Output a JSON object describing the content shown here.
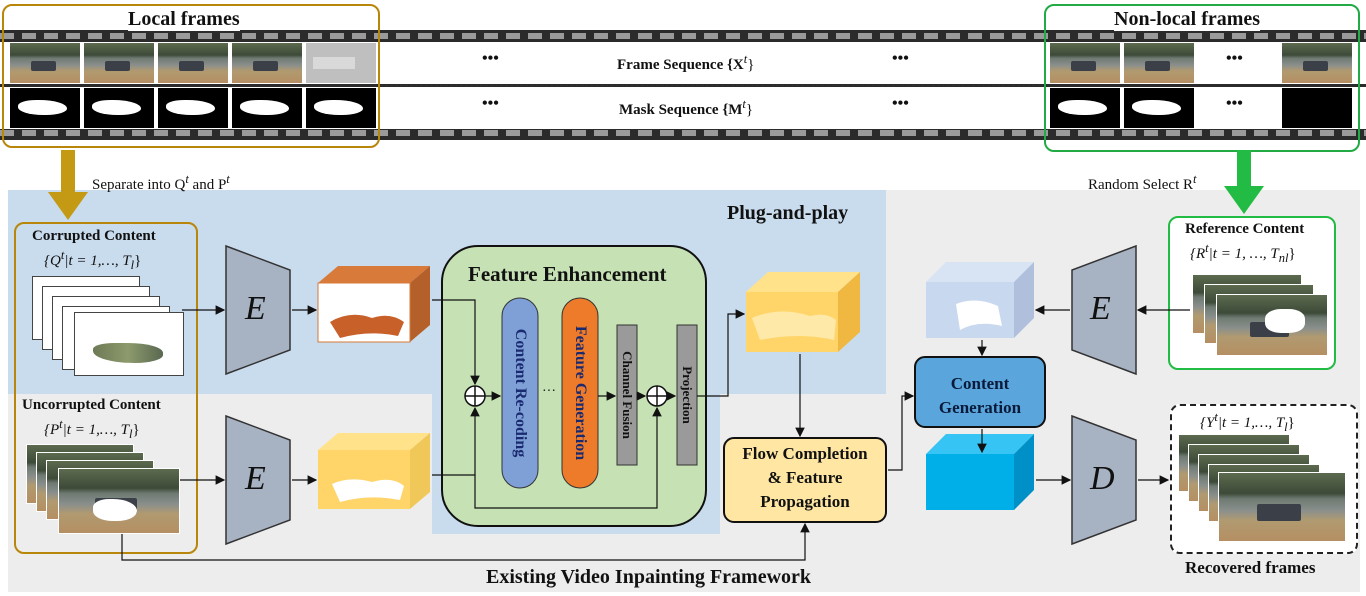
{
  "titles": {
    "local_frames": "Local frames",
    "non_local_frames": "Non-local frames",
    "plug_and_play": "Plug-and-play",
    "existing_framework": "Existing Video Inpainting Framework",
    "recovered_frames": "Recovered frames"
  },
  "sequences": {
    "frame_sequence": "Frame Sequence {X",
    "frame_sup": "t",
    "mask_sequence": "Mask Sequence {M",
    "mask_sup": "t",
    "ellipsis": "•••"
  },
  "annotations": {
    "separate": "Separate into Q",
    "separate_and": "and P",
    "random_select": "Random Select R",
    "sup_t": "t"
  },
  "contents": {
    "corrupted_title": "Corrupted Content",
    "corrupted_set": "{Q",
    "corrupted_set_rest": "|t = 1,…, T",
    "corrupted_sub": "l",
    "uncorrupted_title": "Uncorrupted Content",
    "uncorrupted_set": "{P",
    "uncorrupted_set_rest": "|t = 1,…, T",
    "uncorrupted_sub": "l",
    "reference_title": "Reference Content",
    "reference_set": "{R",
    "reference_set_rest": "|t = 1, …, T",
    "reference_sub": "nl",
    "recovered_set": "{Y",
    "recovered_set_rest": "|t = 1,…, T",
    "recovered_sub": "l"
  },
  "modules": {
    "encoder": "E",
    "decoder": "D",
    "feature_enhancement": "Feature Enhancement",
    "content_recoding": "Content Re-coding",
    "feature_generation": "Feature Generation",
    "channel_fusion": "Channel Fusion",
    "projection": "Projection",
    "dots": "···",
    "flow_line1": "Flow Completion",
    "flow_line2": "& Feature",
    "flow_line3": "Propagation",
    "content_gen_line1": "Content",
    "content_gen_line2": "Generation"
  },
  "colors": {
    "local_border": "#b8860b",
    "nonlocal_border": "#22aa44",
    "plug_bg": "#c9dcee",
    "framework_bg": "#ededed",
    "fe_bg": "#c6e2b5",
    "recoding": "#7fa0d6",
    "generation": "#ee7b2a",
    "flow_bg": "#ffe7a3",
    "content_gen": "#5aa6dc"
  }
}
